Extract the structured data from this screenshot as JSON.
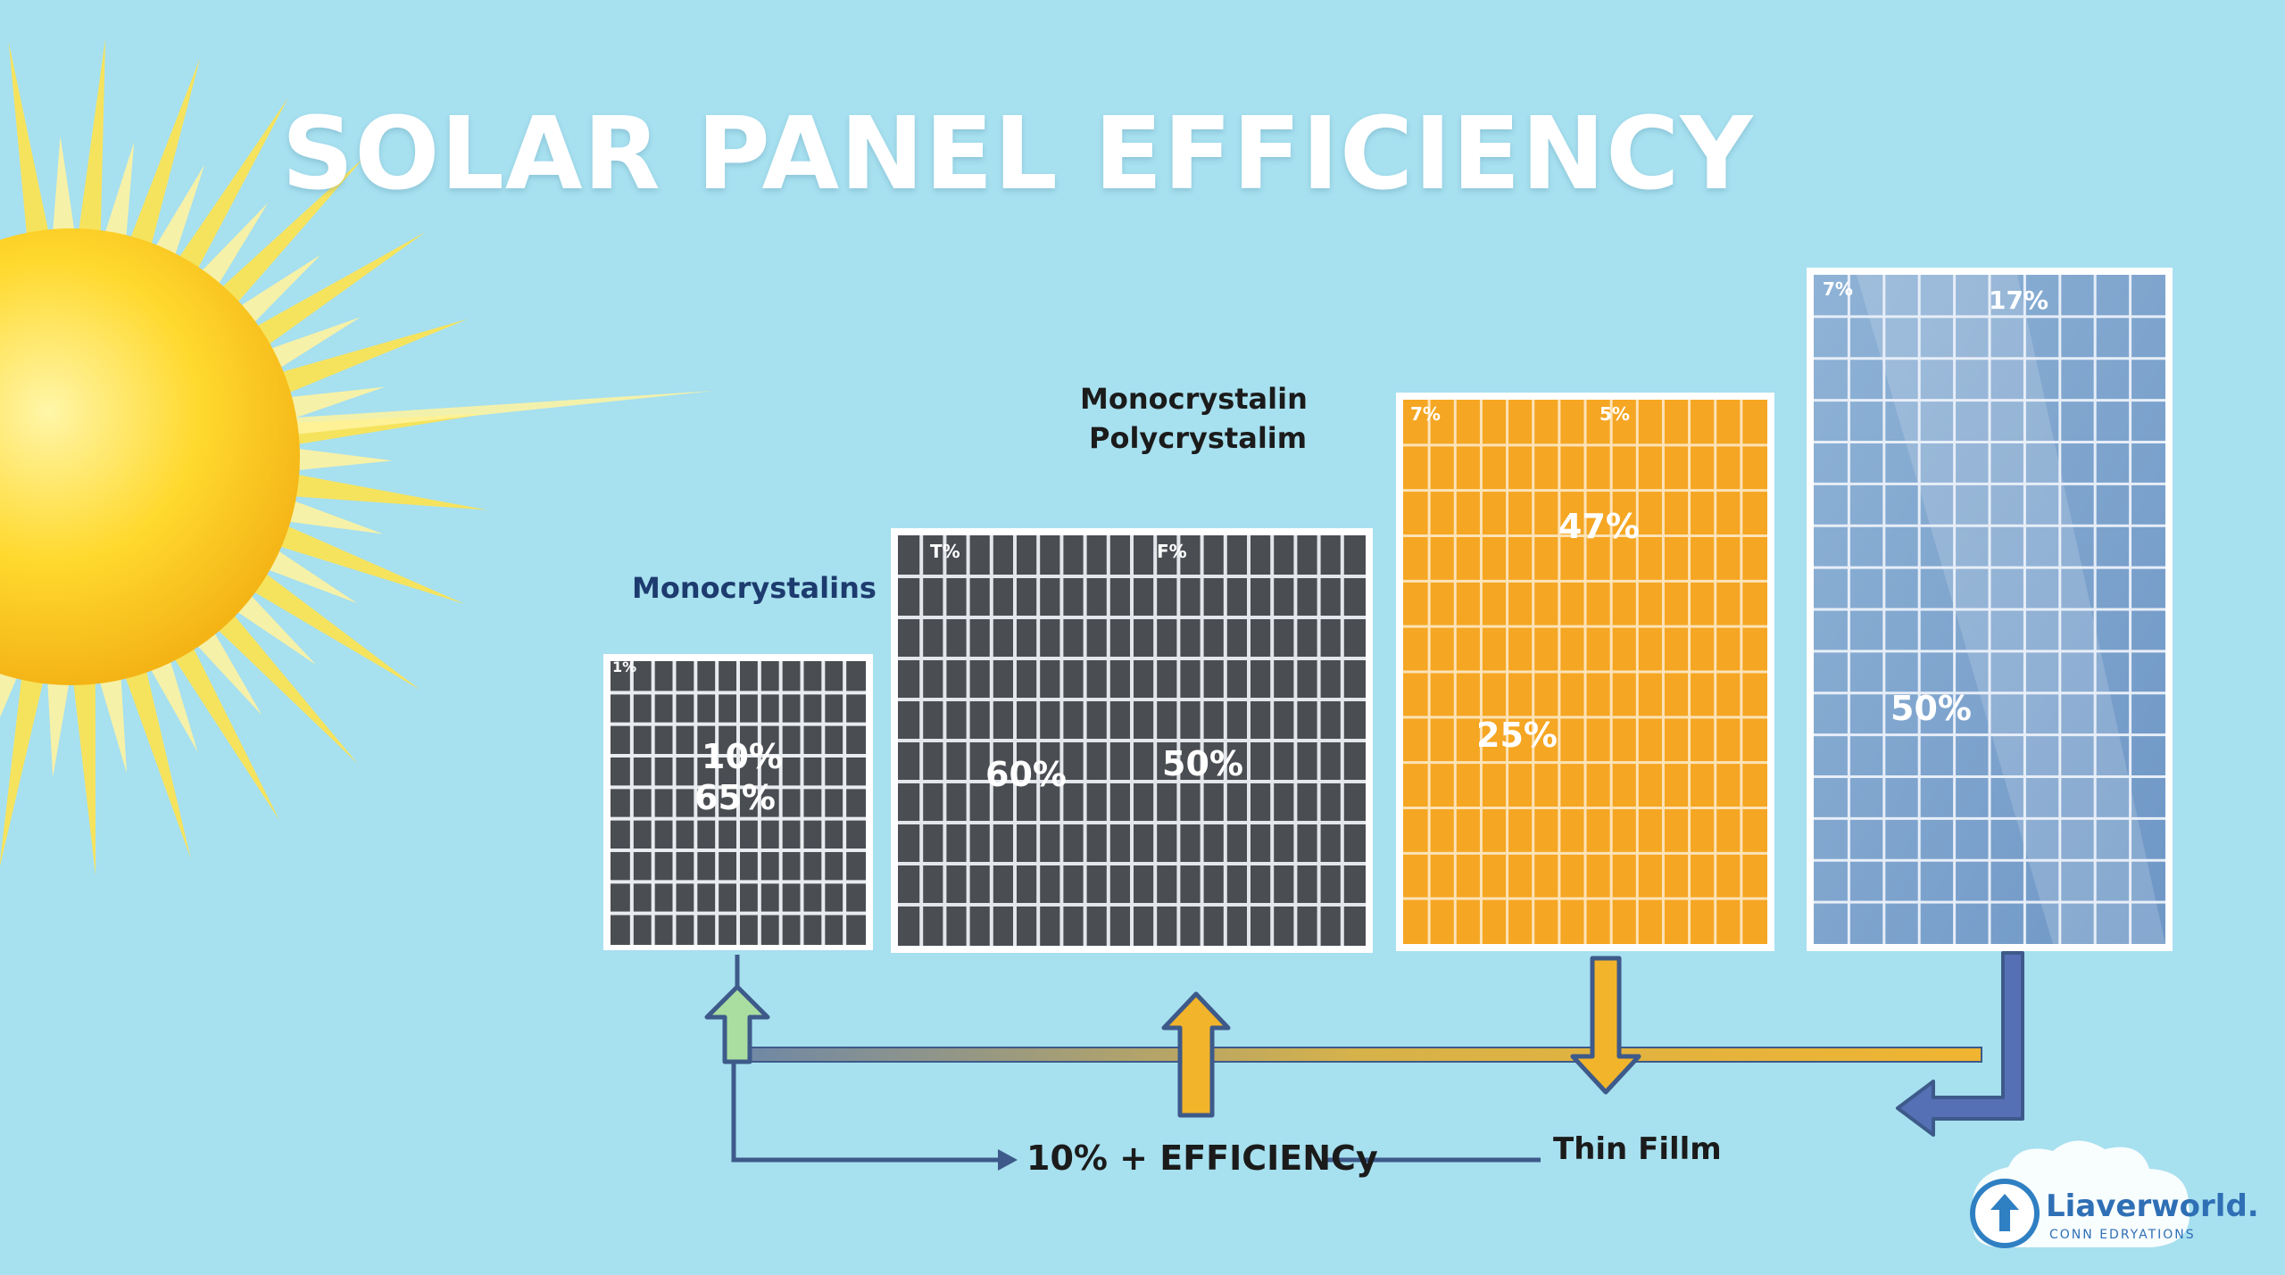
{
  "title": "SOLAR PANEL EFFICIENCY",
  "labels": {
    "monocrystalins": "Monocrystalins",
    "mono_poly_line1": "Monocrystalin",
    "mono_poly_line2": "Polycrystalim",
    "efficiency": "10% + EFFICIENCy",
    "thin_film": "Thin Fillm"
  },
  "panels": {
    "p1": {
      "corner": "1%",
      "value_a": "10%",
      "value_b": "65%"
    },
    "p2": {
      "corner_left": "T%",
      "corner_right": "F%",
      "value_left": "60%",
      "value_right": "50%"
    },
    "p3": {
      "corner_left": "7%",
      "corner_right": "5%",
      "value_top": "47%",
      "value_mid": "25%"
    },
    "p4": {
      "corner_left": "7%",
      "corner_right": "17%",
      "value_mid": "50%"
    }
  },
  "logo": {
    "name": "Liaverworld.",
    "tagline": "CONN EDRYATIONS"
  },
  "colors": {
    "background": "#a7e0ef",
    "sun": "#f6c318",
    "dark_panel": "#4a4d52",
    "orange_panel": "#f5a623",
    "blue_panel": "#7da3cc",
    "arrow_yellow": "#f2b42b",
    "arrow_green": "#a9dea0",
    "arrow_blue": "#5670b5"
  }
}
